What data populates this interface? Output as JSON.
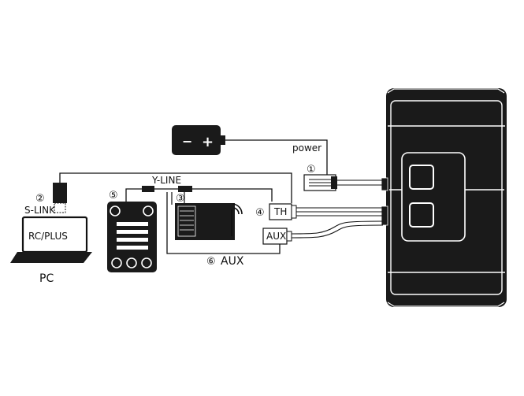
{
  "labels": {
    "power": "power",
    "y_line": "Y-LINE",
    "s_link": "S-LINK",
    "rc_plus": "RC/PLUS",
    "pc": "PC",
    "th": "TH",
    "aux_plug": "AUX",
    "aux_caption": "AUX"
  },
  "battery": {
    "minus": "−",
    "plus": "+"
  },
  "markers": {
    "m1": "①",
    "m2": "②",
    "m3": "③",
    "m4": "④",
    "m5": "⑤",
    "m6": "⑥"
  }
}
